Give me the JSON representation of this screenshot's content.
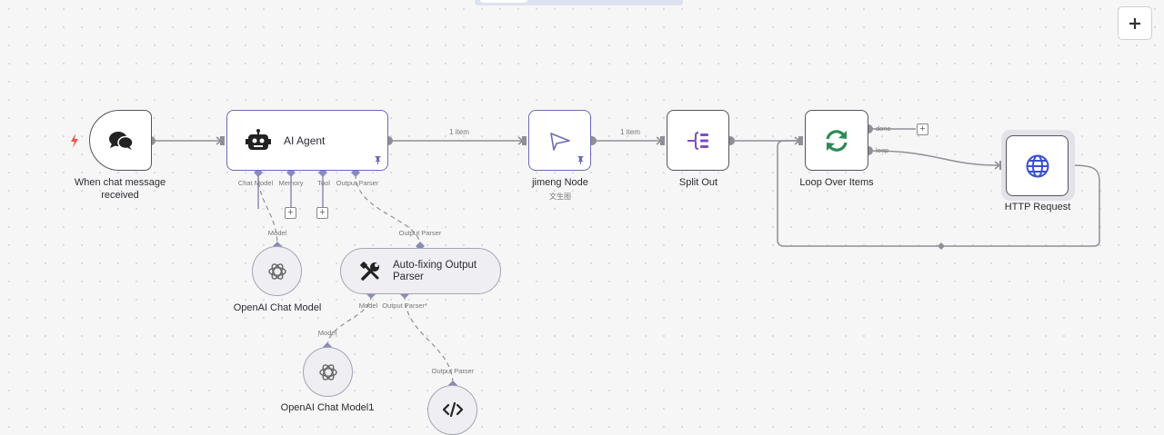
{
  "canvas": {
    "add_button_label": "+"
  },
  "nodes": {
    "chat_trigger": {
      "label": "When chat message received",
      "icon": "chat-bubbles-icon"
    },
    "ai_agent": {
      "title": "AI Agent",
      "icon": "robot-icon",
      "ports": {
        "chat_model": "Chat Model",
        "memory": "Memory",
        "tool": "Tool",
        "output_parser": "Output Parser"
      }
    },
    "jimeng": {
      "label": "jimeng Node",
      "sublabel": "文生图",
      "icon": "paper-plane-icon"
    },
    "split_out": {
      "label": "Split Out",
      "icon": "split-icon"
    },
    "loop": {
      "label": "Loop Over Items",
      "icon": "loop-arrows-icon",
      "outputs": {
        "done": "done",
        "loop": "loop"
      }
    },
    "http_request": {
      "label": "HTTP Request",
      "icon": "globe-icon"
    },
    "openai_model": {
      "label": "OpenAI Chat Model",
      "icon": "openai-icon",
      "port": "Model"
    },
    "autofix_parser": {
      "title": "Auto-fixing Output Parser",
      "icon": "tools-icon",
      "port": "Output Parser",
      "ports": {
        "model": "Model",
        "output_parser": "Output Parser*"
      }
    },
    "openai_model1": {
      "label": "OpenAI Chat Model1",
      "icon": "openai-icon",
      "port": "Model"
    },
    "code_parser": {
      "icon": "code-icon",
      "port": "Output Parser"
    }
  },
  "connections": {
    "agent_to_jimeng": "1 item",
    "jimeng_to_split": "1 item"
  },
  "colors": {
    "accent": "#6b6bb5",
    "port": "#8b8bb8",
    "trigger": "#e8574c",
    "loop": "#2e8b57",
    "globe": "#3a4fcf"
  }
}
